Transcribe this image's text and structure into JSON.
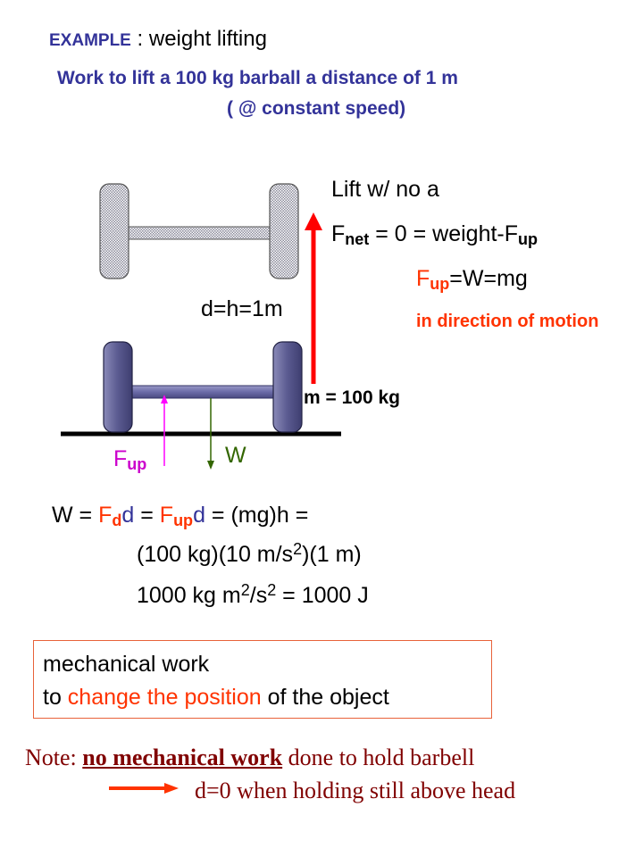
{
  "header": {
    "example_label": "EXAMPLE",
    "title_text": " : weight lifting",
    "subtitle_line1": "Work to lift a 100 kg barball a distance of 1 m",
    "subtitle_line2": "( @ constant speed)"
  },
  "right_panel": {
    "lift_text": "Lift w/ no a",
    "fnet_F": "F",
    "fnet_sub": "net",
    "fnet_rest": " = 0 = weight-F",
    "fnet_sub2": "up",
    "fup_F": "F",
    "fup_sub": "up",
    "fup_rest": "=W=mg",
    "direction_text": "in direction of motion"
  },
  "diagram": {
    "distance_label": "d=h=1m",
    "mass_label": "m = 100 kg",
    "force_up_F": "F",
    "force_up_sub": "up",
    "weight_label": "W",
    "colors": {
      "barbell_plate": "#66669a",
      "barbell_bar": "#6b6ba8",
      "ghost_pattern": "#8a8a9a",
      "lift_arrow": "#ff0000",
      "force_up_arrow": "#ff00ff",
      "weight_arrow": "#336600",
      "ground": "#000000"
    }
  },
  "equations": {
    "line1_W": "W = ",
    "line1_F1": "F",
    "line1_sub1": "d",
    "line1_d1": "d",
    "line1_eq": " = ",
    "line1_F2": "F",
    "line1_sub2": "up",
    "line1_d2": "d",
    "line1_rest": " = (mg)h =",
    "line2_a": "(100 kg)(10 m/s",
    "line2_sup": "2",
    "line2_b": ")(1 m)",
    "line3_a": "1000 kg m",
    "line3_sup1": "2",
    "line3_b": "/s",
    "line3_sup2": "2",
    "line3_c": " = 1000 J"
  },
  "box": {
    "line1": "mechanical work",
    "line2_a": "to ",
    "line2_red": "change the position",
    "line2_b": " of the object"
  },
  "note": {
    "prefix": "Note: ",
    "bold": "no mechanical work",
    "rest": " done to hold barbell",
    "line2": "d=0 when holding still above head"
  }
}
